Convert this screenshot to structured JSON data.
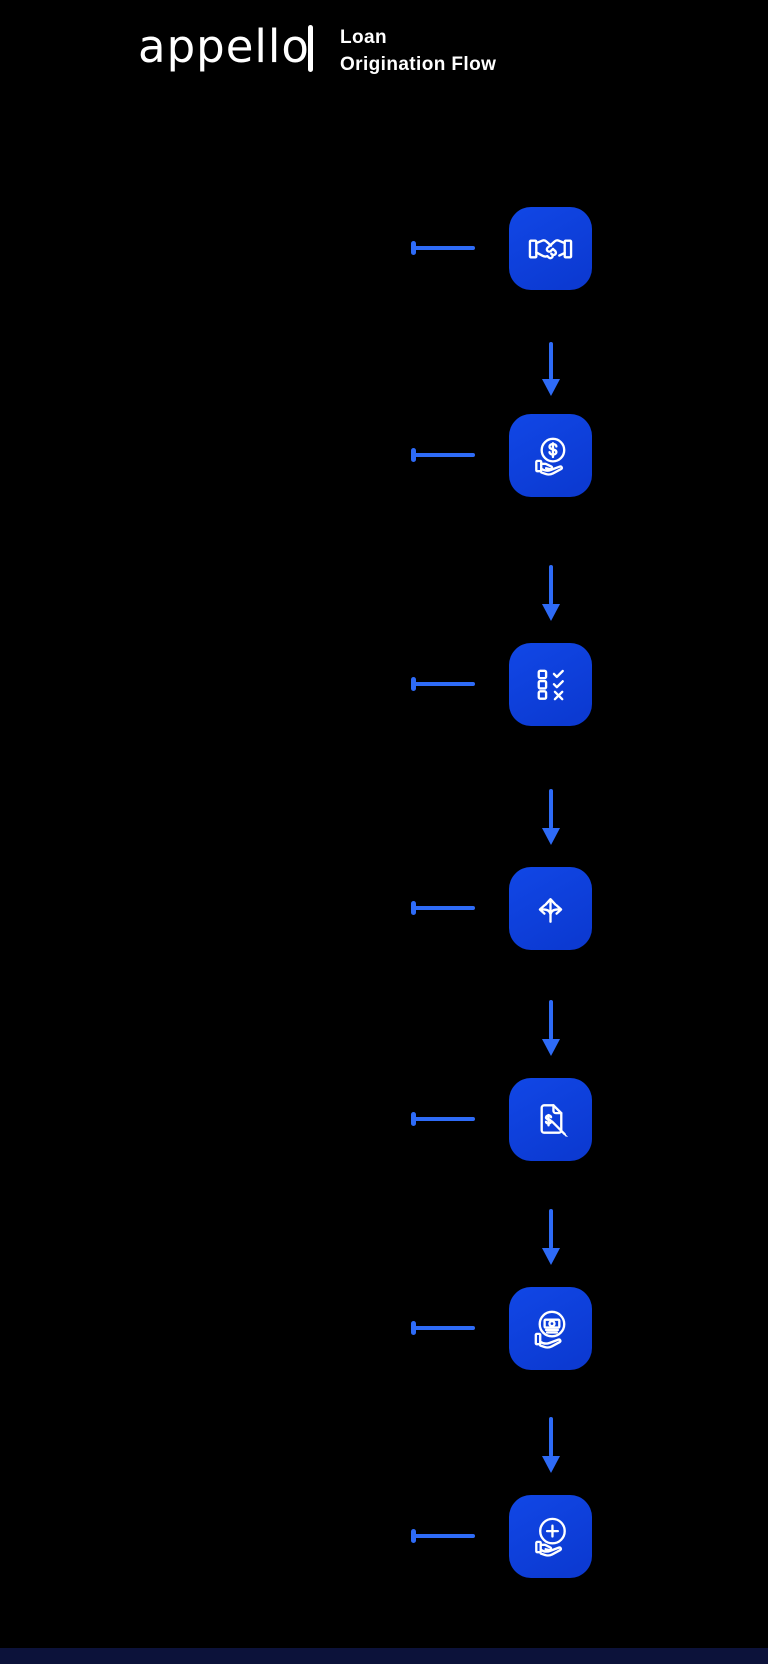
{
  "header": {
    "logo": "appello",
    "title_line1": "Loan",
    "title_line2": "Origination Flow"
  },
  "flow": {
    "steps": [
      {
        "icon": "handshake-icon"
      },
      {
        "icon": "hand-dollar-coin-icon"
      },
      {
        "icon": "checklist-icon"
      },
      {
        "icon": "split-arrows-icon"
      },
      {
        "icon": "document-sign-icon"
      },
      {
        "icon": "hand-cash-icon"
      },
      {
        "icon": "hand-plus-circle-icon"
      }
    ]
  },
  "colors": {
    "background": "#000000",
    "icon_blue": "#0d3fd9",
    "connector_blue": "#2e6bf7",
    "text_white": "#ffffff",
    "footer_bar": "#0c123a"
  }
}
